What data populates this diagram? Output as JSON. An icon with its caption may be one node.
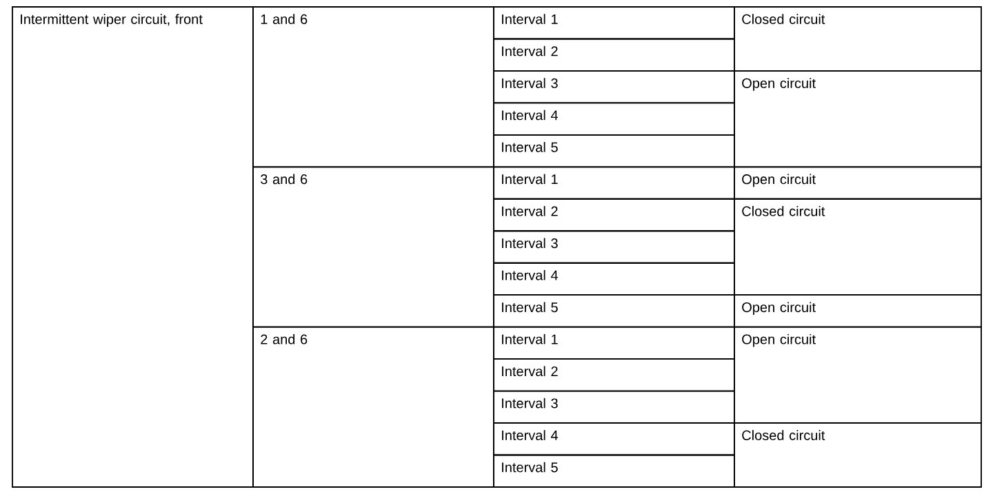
{
  "diagram": {
    "labels": [
      "Intermittent wiper circuit, front",
      "1 and 6",
      "Interval 1",
      "Closed circuit",
      "Interval 2",
      "Interval 3",
      "Open circuit",
      "Interval 4",
      "Interval 5",
      "3 and 6",
      "Interval 1",
      "Open circuit",
      "Interval 2",
      "Closed circuit",
      "Interval 3",
      "Interval 4",
      "Interval 5",
      "Open circuit",
      "2 and 6",
      "Interval 1",
      "Open circuit",
      "Interval 2",
      "Interval 3",
      "Interval 4",
      "Closed circuit",
      "Interval 5"
    ]
  }
}
